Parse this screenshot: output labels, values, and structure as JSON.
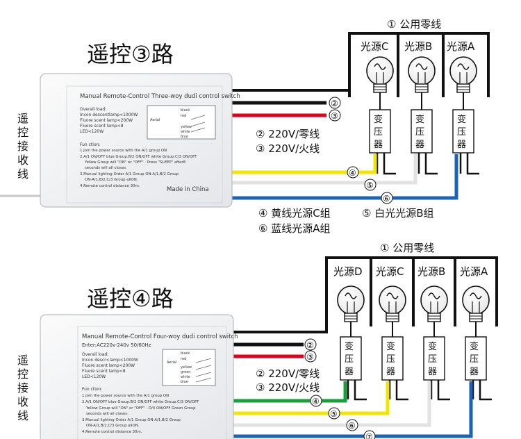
{
  "section1": {
    "title": "遥控③路",
    "side_label": [
      "遥",
      "控",
      "接",
      "收",
      "线"
    ],
    "neutral_label": "① 公用零线",
    "sources": [
      "光源C",
      "光源B",
      "光源A"
    ],
    "transformer": [
      "变",
      "压",
      "器"
    ],
    "wire_tags": [
      "②",
      "③",
      "④",
      "⑤",
      "⑥"
    ],
    "legend_power": [
      "② 220V/零线",
      "③ 220V/火线"
    ],
    "legend_groups": [
      "④ 黄线光源C组",
      "⑤ 白光光源B组",
      "⑥ 蓝线光源A组"
    ],
    "device": {
      "heading": "Manual Remote-Control Three-woy dudi control switch",
      "load_lines": [
        "Overall load:",
        "Incon descentlamp<1000W",
        "Fluore scent lamp<200W",
        "Fluore scent lamp<8",
        "LED<120W"
      ],
      "function_lines": [
        "Fun ction:",
        "1.Join the power source with the A/1 group ON",
        "2.A/1 ON/OFF blue Group.B/2 ON/OFF white Group.C/3 ON/OFF",
        "Yellow Group will \"ON\" or \"OFF\" . Press \"SLEEP\" after8",
        "seconds will all closes.",
        "3.Manual lighting Order A/1 Group ON-A/1,B/2 Group",
        "ON-A/1,B/2,C/3 Group allON.",
        "4.Remote control distance 30m."
      ],
      "made_in": "Made in China",
      "aerial": "Aerial",
      "wire_labels": [
        "black",
        "red",
        "yellow",
        "white",
        "blue"
      ]
    }
  },
  "section2": {
    "title": "遥控④路",
    "side_label": [
      "遥",
      "控",
      "接",
      "收",
      "线"
    ],
    "neutral_label": "① 公用零线",
    "sources": [
      "光源D",
      "光源C",
      "光源B",
      "光源A"
    ],
    "transformer": [
      "变",
      "压",
      "器"
    ],
    "wire_tags": [
      "②",
      "③",
      "④",
      "⑤",
      "⑥",
      "⑦"
    ],
    "legend_power": [
      "② 220V/零线",
      "③ 220V/火线"
    ],
    "device": {
      "heading": "Manual Remote-Control Four-woy dudi control switch",
      "enter": "Enter:AC220v-240v 50/60Hz",
      "load_lines": [
        "Overall load:",
        "Incon descr<lamp<1000W",
        "Fluore scent lamp<200W",
        "Fluore scent lamp<8",
        "LED<120W"
      ],
      "function_lines": [
        "Fun ction:",
        "1.Join the power source with the A/1 group ON",
        "2.A/1 ON/OFF blue Group.B/2 ON/OFF white Group.C/3 ON/OFF",
        "Yellow Group will \"ON\" or \"OFF\" . D/4 ON/OFF Green Group",
        "seconds will all closes.",
        "3.Manual lighting Order A/1 Group ON-A/1,B/2 Group",
        "ON-A/1,B/2,C/3 Group allON.",
        "4.Remote control distance 30m."
      ],
      "aerial": "Aerial",
      "wire_labels": [
        "black",
        "red",
        "yellow",
        "green",
        "white",
        "blue"
      ]
    }
  },
  "colors": {
    "neutral": "#111111",
    "live": "#e0001b",
    "yellow": "#f2e600",
    "white": "#e2e2e2",
    "blue": "#1a63b5",
    "green": "#15a03a"
  }
}
